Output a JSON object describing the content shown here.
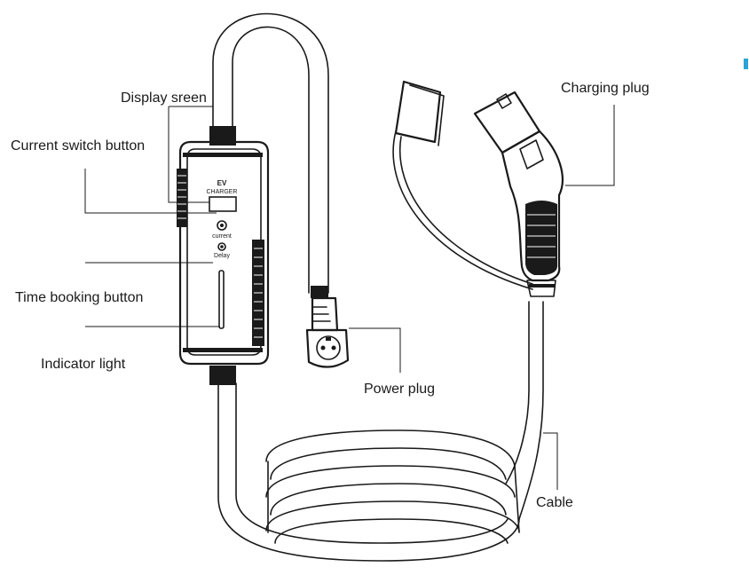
{
  "labels": {
    "display_screen": "Display sreen",
    "current_switch_button": "Current switch button",
    "time_booking_button": "Time booking button",
    "indicator_light": "Indicator light",
    "charging_plug": "Charging plug",
    "power_plug": "Power plug",
    "cable": "Cable"
  },
  "device_text": {
    "ev": "EV",
    "charger": "CHARGER",
    "current": "current",
    "delay": "Delay"
  },
  "colors": {
    "ink": "#1a1a1a",
    "accent": "#2aa3d6"
  }
}
